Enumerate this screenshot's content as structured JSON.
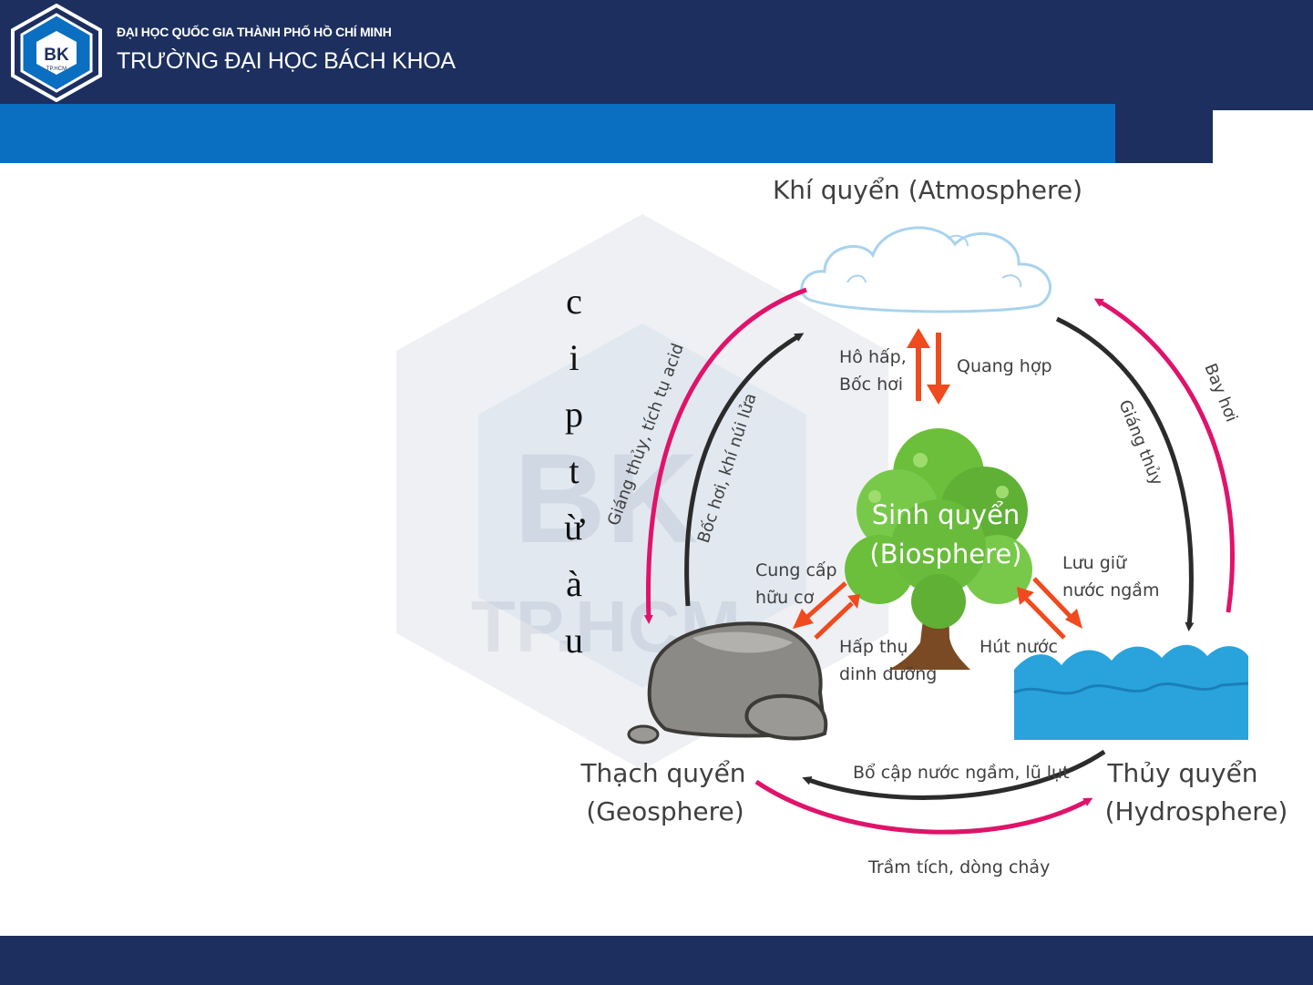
{
  "header": {
    "logo_text": "BK",
    "logo_subtext": "TP.HCM",
    "university_line1": "ĐẠI HỌC QUỐC GIA THÀNH PHỐ HỒ CHÍ MINH",
    "university_line2": "TRƯỜNG ĐẠI HỌC BÁCH KHOA"
  },
  "watermark": {
    "text": "BK",
    "subtext": "TP.HCM"
  },
  "vertical_chars": [
    "c",
    "i",
    "p",
    "t",
    "ừ",
    "à",
    "u"
  ],
  "diagram": {
    "atmosphere": "Khí quyển (Atmosphere)",
    "biosphere_line1": "Sinh quyển",
    "biosphere_line2": "(Biosphere)",
    "geosphere_line1": "Thạch quyển",
    "geosphere_line2": "(Geosphere)",
    "hydrosphere_line1": "Thủy quyển",
    "hydrosphere_line2": "(Hydrosphere)",
    "respiration_line1": "Hô hấp,",
    "respiration_line2": "Bốc hơi",
    "photosynthesis": "Quang hợp",
    "precip_acid": "Giáng thủy, tích tụ acid",
    "evap_volcano": "Bốc hơi, khí núi lửa",
    "evaporation": "Bay hơi",
    "precipitation": "Giáng thủy",
    "organic_line1": "Cung cấp",
    "organic_line2": "hữu cơ",
    "nutrient_line1": "Hấp thụ",
    "nutrient_line2": "dinh dưỡng",
    "groundwater_line1": "Lưu giữ",
    "groundwater_line2": "nước ngầm",
    "water_uptake": "Hút nước",
    "recharge": "Bổ cập nước ngầm, lũ lụt",
    "sediment": "Trầm tích, dòng chảy"
  },
  "colors": {
    "navy": "#1c2f5e",
    "blue_band": "#0a6fc0",
    "magenta_arrow": "#e0136b",
    "dark_arrow": "#2b2b2b",
    "red_arrow": "#f04a1e",
    "water": "#2aa3dc",
    "tree_green": "#6bbf3a",
    "rock": "#8c8a86"
  }
}
